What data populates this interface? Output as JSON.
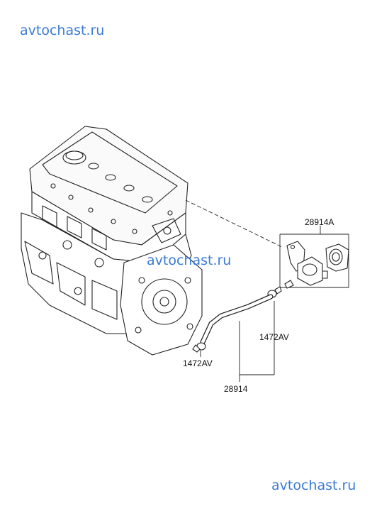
{
  "watermarks": {
    "top": "avtochast.ru",
    "middle": "avtochast.ru",
    "bottom": "avtochast.ru"
  },
  "labels": {
    "valve_assembly": "28914A",
    "clamp_right": "1472AV",
    "clamp_left": "1472AV",
    "hose": "28914"
  },
  "colors": {
    "watermark": "#3a7bd5",
    "line": "#222222"
  }
}
